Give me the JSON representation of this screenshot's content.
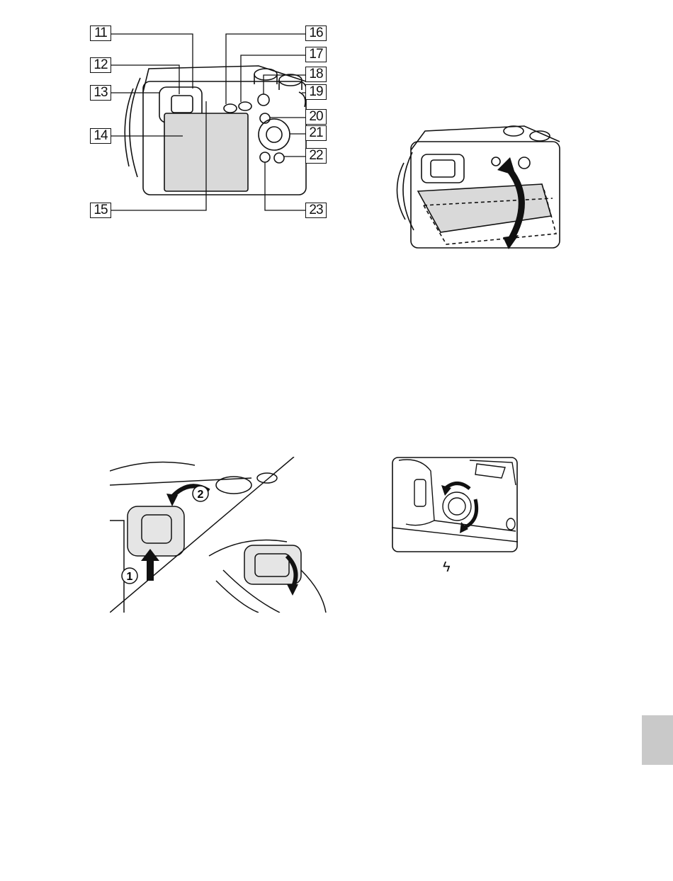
{
  "camera_back_figure": {
    "callouts": [
      "11",
      "12",
      "13",
      "14",
      "15",
      "16",
      "17",
      "18",
      "19",
      "20",
      "21",
      "22",
      "23"
    ]
  },
  "eyecup_figure": {
    "step_1": "1",
    "step_2": "2"
  },
  "diopter_figure": {
    "flash_symbol": "ϟ"
  },
  "icons": {
    "flash": "lightning-bolt-icon",
    "rotate": "curved-arrow-icon"
  },
  "colors": {
    "line": "#111111",
    "monitor_fill": "#d9d9d9",
    "side_tab": "#c9c9c9"
  }
}
